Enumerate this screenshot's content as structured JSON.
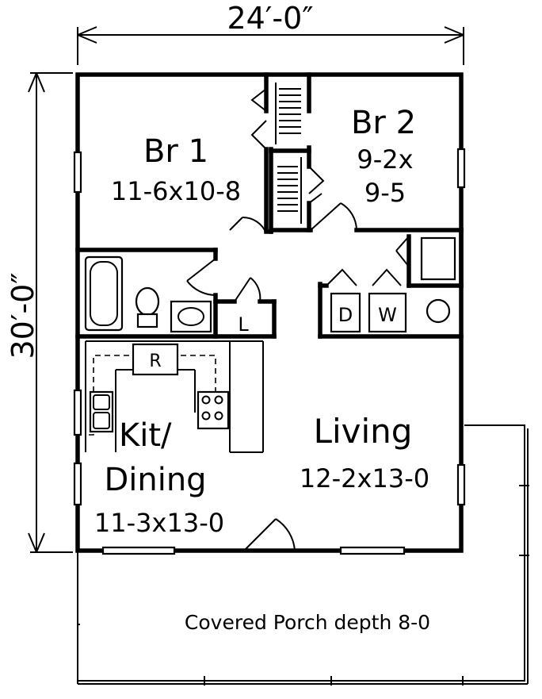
{
  "plan": {
    "dimensions": {
      "width": "24′-0″",
      "depth": "30′-0″"
    },
    "rooms": {
      "br1": {
        "name": "Br 1",
        "size": "11-6x10-8"
      },
      "br2": {
        "name": "Br 2",
        "size_line1": "9-2x",
        "size_line2": "9-5"
      },
      "kitchen": {
        "name_kit": "Kit/",
        "name_dining": "Dining",
        "size": "11-3x13-0"
      },
      "living": {
        "name": "Living",
        "size": "12-2x13-0"
      }
    },
    "fixtures": {
      "refrigerator": "R",
      "linen": "L",
      "dryer": "D",
      "washer": "W"
    },
    "porch": {
      "label": "Covered Porch depth 8-0"
    }
  }
}
